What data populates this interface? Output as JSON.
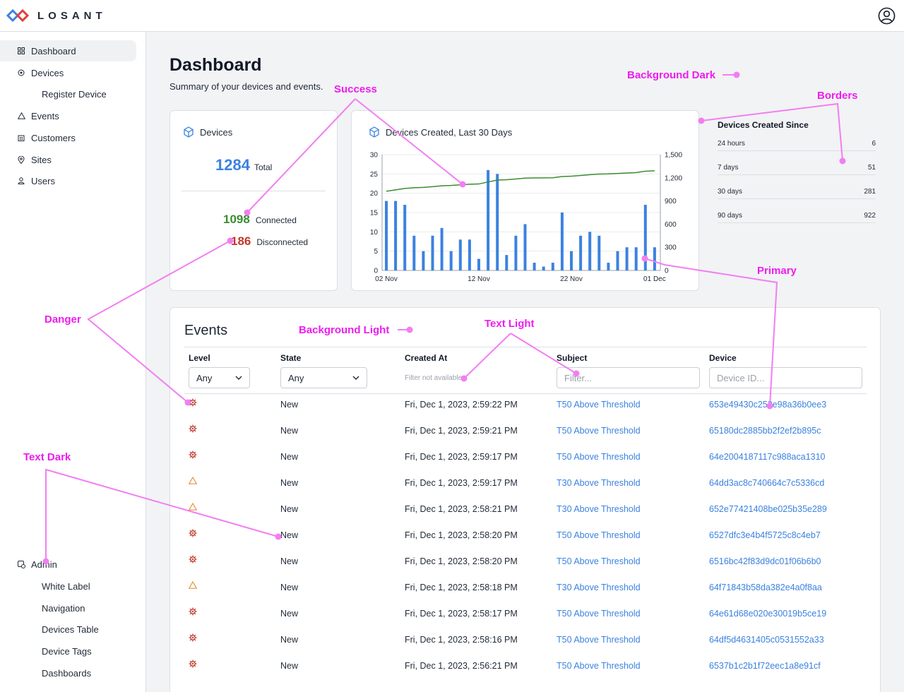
{
  "app": {
    "logo_text": "LOSANT"
  },
  "colors": {
    "primary": "#3b82e0",
    "success": "#3a8d2e",
    "danger": "#c0392b",
    "warning": "#e8913a",
    "annotation": "#ee1cf0"
  },
  "sidebar": {
    "items": [
      {
        "label": "Dashboard",
        "icon": "grid-icon"
      },
      {
        "label": "Devices",
        "icon": "chip-icon"
      },
      {
        "label": "Register Device"
      },
      {
        "label": "Events",
        "icon": "warning-icon"
      },
      {
        "label": "Customers",
        "icon": "building-icon"
      },
      {
        "label": "Sites",
        "icon": "pin-icon"
      },
      {
        "label": "Users",
        "icon": "user-icon"
      }
    ],
    "admin": {
      "label": "Admin",
      "subitems": [
        "White Label",
        "Navigation",
        "Devices Table",
        "Device Tags",
        "Dashboards"
      ]
    }
  },
  "page": {
    "title": "Dashboard",
    "subtitle": "Summary of your devices and events."
  },
  "devices_card": {
    "title": "Devices",
    "total": "1284",
    "total_label": "Total",
    "connected": "1098",
    "connected_label": "Connected",
    "disconnected": "186",
    "disconnected_label": "Disconnected"
  },
  "chart_data": {
    "type": "bar",
    "title": "Devices Created, Last 30 Days",
    "x_tick_labels": [
      "02 Nov",
      "12 Nov",
      "22 Nov",
      "01 Dec"
    ],
    "ylim_left": [
      0,
      30
    ],
    "y_ticks_left": [
      "0",
      "5",
      "10",
      "15",
      "20",
      "25",
      "30"
    ],
    "ylim_right": [
      0,
      1500
    ],
    "y_ticks_right": [
      "0",
      "300",
      "600",
      "900",
      "1,200",
      "1,500"
    ],
    "grid": true,
    "series": [
      {
        "type": "bar",
        "axis": "left",
        "color": "#3b82e0",
        "values": [
          18,
          18,
          17,
          9,
          5,
          9,
          11,
          5,
          8,
          8,
          3,
          26,
          25,
          4,
          9,
          12,
          2,
          1,
          2,
          15,
          5,
          9,
          10,
          9,
          2,
          5,
          6,
          6,
          17,
          6
        ]
      },
      {
        "type": "line",
        "axis": "right",
        "color": "#3a8d2e",
        "values": [
          1026,
          1044,
          1062,
          1071,
          1076,
          1085,
          1096,
          1101,
          1109,
          1117,
          1120,
          1146,
          1171,
          1175,
          1184,
          1196,
          1198,
          1199,
          1201,
          1216,
          1221,
          1230,
          1240,
          1249,
          1251,
          1256,
          1262,
          1268,
          1285,
          1291
        ]
      }
    ]
  },
  "since_card": {
    "title": "Devices Created Since",
    "rows": [
      {
        "label": "24 hours",
        "value": "6"
      },
      {
        "label": "7 days",
        "value": "51"
      },
      {
        "label": "30 days",
        "value": "281"
      },
      {
        "label": "90 days",
        "value": "922"
      }
    ]
  },
  "events": {
    "title": "Events",
    "columns": {
      "level": "Level",
      "state": "State",
      "created": "Created At",
      "subject": "Subject",
      "device": "Device"
    },
    "filters": {
      "level": "Any",
      "state": "Any",
      "created_note": "Filter not available",
      "subject_placeholder": "Filter...",
      "device_placeholder": "Device ID..."
    },
    "rows": [
      {
        "level": "critical",
        "state": "New",
        "created": "Fri, Dec 1, 2023, 2:59:22 PM",
        "subject": "T50 Above Threshold",
        "device": "653e49430c252e98a36b0ee3"
      },
      {
        "level": "critical",
        "state": "New",
        "created": "Fri, Dec 1, 2023, 2:59:21 PM",
        "subject": "T50 Above Threshold",
        "device": "65180dc2885bb2f2ef2b895c"
      },
      {
        "level": "critical",
        "state": "New",
        "created": "Fri, Dec 1, 2023, 2:59:17 PM",
        "subject": "T50 Above Threshold",
        "device": "64e2004187117c988aca1310"
      },
      {
        "level": "warning",
        "state": "New",
        "created": "Fri, Dec 1, 2023, 2:59:17 PM",
        "subject": "T30 Above Threshold",
        "device": "64dd3ac8c740664c7c5336cd"
      },
      {
        "level": "warning",
        "state": "New",
        "created": "Fri, Dec 1, 2023, 2:58:21 PM",
        "subject": "T30 Above Threshold",
        "device": "652e77421408be025b35e289"
      },
      {
        "level": "critical",
        "state": "New",
        "created": "Fri, Dec 1, 2023, 2:58:20 PM",
        "subject": "T50 Above Threshold",
        "device": "6527dfc3e4b4f5725c8c4eb7"
      },
      {
        "level": "critical",
        "state": "New",
        "created": "Fri, Dec 1, 2023, 2:58:20 PM",
        "subject": "T50 Above Threshold",
        "device": "6516bc42f83d9dc01f06b6b0"
      },
      {
        "level": "warning",
        "state": "New",
        "created": "Fri, Dec 1, 2023, 2:58:18 PM",
        "subject": "T30 Above Threshold",
        "device": "64f71843b58da382e4a0f8aa"
      },
      {
        "level": "critical",
        "state": "New",
        "created": "Fri, Dec 1, 2023, 2:58:17 PM",
        "subject": "T50 Above Threshold",
        "device": "64e61d68e020e30019b5ce19"
      },
      {
        "level": "critical",
        "state": "New",
        "created": "Fri, Dec 1, 2023, 2:58:16 PM",
        "subject": "T50 Above Threshold",
        "device": "64df5d4631405c0531552a33"
      },
      {
        "level": "critical",
        "state": "New",
        "created": "Fri, Dec 1, 2023, 2:56:21 PM",
        "subject": "T50 Above Threshold",
        "device": "6537b1c2b1f72eec1a8e91cf"
      }
    ]
  },
  "annotations": [
    "Success",
    "Background Dark",
    "Borders",
    "Primary",
    "Danger",
    "Background Light",
    "Text Light",
    "Text Dark"
  ]
}
